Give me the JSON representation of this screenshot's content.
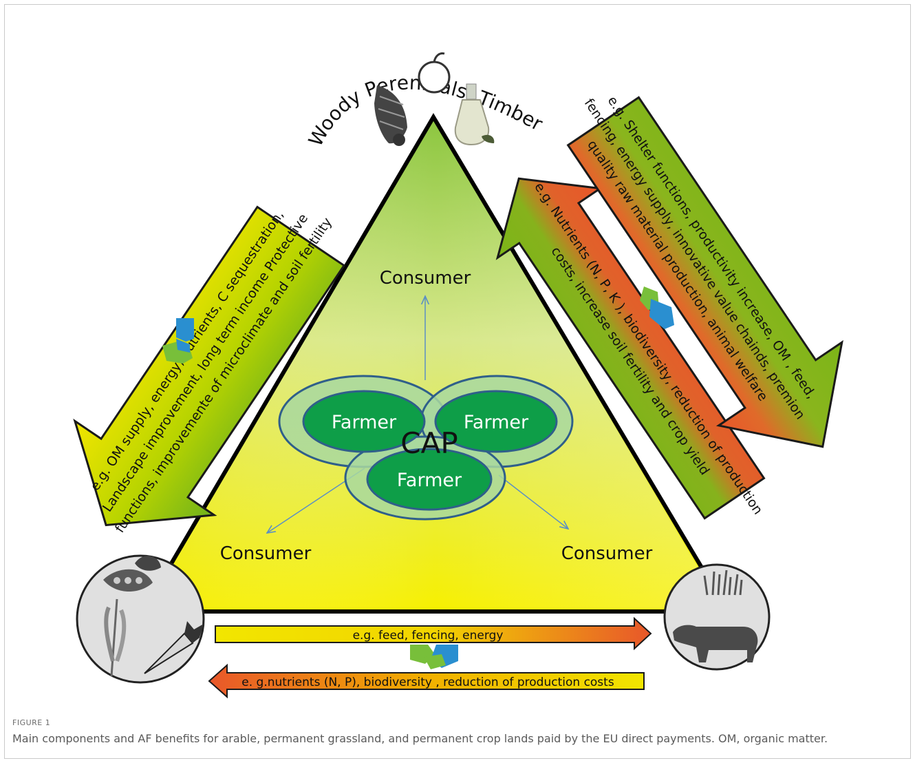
{
  "top_title": "Woody Perennials: Timber & Fruit trees",
  "consumers": {
    "top": "Consumer",
    "left": "Consumer",
    "right": "Consumer"
  },
  "farmers": {
    "left": "Farmer",
    "right": "Farmer",
    "bottom": "Farmer"
  },
  "center_label": "CAP",
  "left_arrow_text": [
    "e.g. OM supply, energy,  nutrients, C sequestration,",
    "Landscape improvement, long term income Protective",
    "functions, improvemente of microclimate and soil fertility"
  ],
  "right_outer_arrow_text": [
    "e.g. Shelter functions, productivity increase, OM , feed,",
    "fencing, energy supply, innovative value chainds, premion",
    "quality raw material production, animal welfare"
  ],
  "right_inner_arrow_text": [
    "e.g. Nutrients (N, P, K ), biodiversity, reduction of production",
    "costs, increase soil fertility and crop yield"
  ],
  "bottom_upper_arrow_text": "e.g. feed, fencing, energy",
  "bottom_lower_arrow_text": "e. g.nutrients (N, P), biodiversity , reduction of production costs",
  "icons": [
    "pine-cone-icon",
    "apple-icon",
    "oil-bottle-icon",
    "handshake-icon",
    "pea-pod-icon",
    "wheat-icon",
    "carrot-icon",
    "grass-icon",
    "cow-icon"
  ],
  "colors": {
    "green": "#7cb518",
    "yellow": "#f2e600",
    "red": "#e8572a",
    "farmer_fill": "#0e9e48",
    "ring_fill": "#a8d8a0",
    "outline": "#2f5f8a"
  },
  "caption": {
    "label": "FIGURE 1",
    "text": "Main components and AF benefits for arable, permanent grassland, and permanent crop lands paid by the EU direct payments. OM, organic matter."
  }
}
